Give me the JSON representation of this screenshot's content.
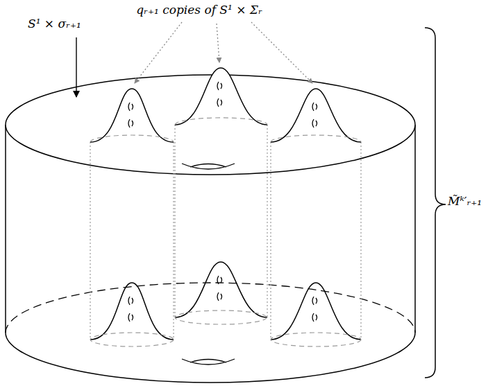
{
  "diagram": {
    "labels": [
      "qᵣ₊₁ copies of S¹ × Σᵣ",
      "S¹ × σᵣ₊₁",
      "M̃ᵏ′ᵣ₊₁"
    ]
  }
}
